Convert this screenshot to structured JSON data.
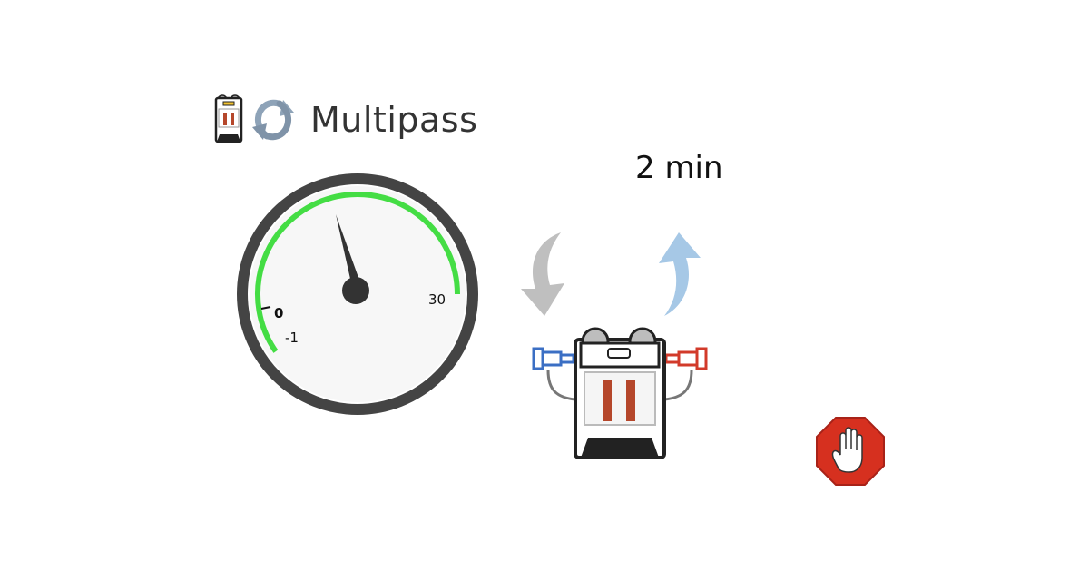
{
  "header": {
    "app_name": "Multipass",
    "logo_icon": "pump-machine-icon",
    "refresh_icon": "refresh-icon"
  },
  "timer": {
    "duration_label": "2 min"
  },
  "gauge": {
    "value": 0,
    "tick_labels": [
      "-1",
      "0",
      "30"
    ],
    "arc_color": "#44dd44",
    "needle_color": "#333333",
    "rim_color": "#444444"
  },
  "flow": {
    "return_arrow_icon": "curved-arrow-down-icon",
    "outflow_arrow_icon": "curved-arrow-up-icon",
    "machine_icon": "pump-machine-icon",
    "inlet_color": "#3b6fc4",
    "outlet_color": "#d23a2a",
    "body_stripe_color": "#b5472b"
  },
  "stop_button": {
    "icon": "stop-hand-icon",
    "color": "#d6301f"
  }
}
